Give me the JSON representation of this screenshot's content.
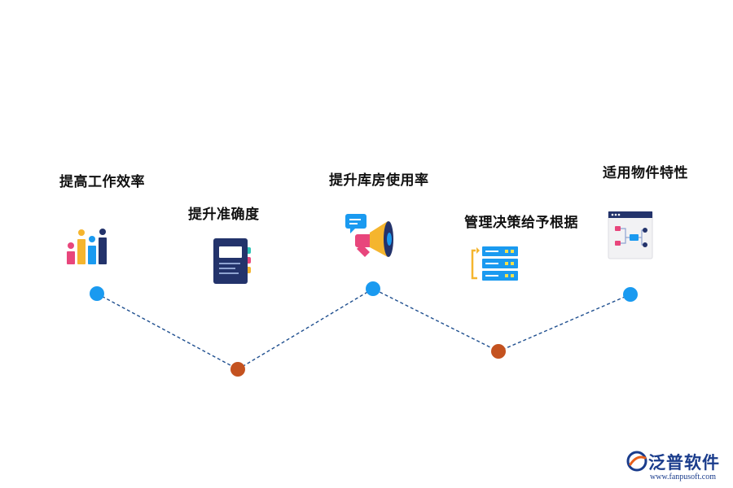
{
  "steps": [
    {
      "label": "提高工作效率",
      "icon": "bar-chart-icon",
      "level": "high"
    },
    {
      "label": "提升准确度",
      "icon": "document-icon",
      "level": "low"
    },
    {
      "label": "提升库房使用率",
      "icon": "megaphone-icon",
      "level": "high"
    },
    {
      "label": "管理决策给予根据",
      "icon": "server-icon",
      "level": "low"
    },
    {
      "label": "适用物件特性",
      "icon": "flowchart-icon",
      "level": "high"
    }
  ],
  "colors": {
    "high_node": "#1a9af0",
    "low_node": "#c4521f",
    "connector": "#1f4f8f"
  },
  "brand": {
    "name": "泛普软件",
    "url": "www.fanpusoft.com",
    "icon": "fanpu-logo-icon"
  }
}
